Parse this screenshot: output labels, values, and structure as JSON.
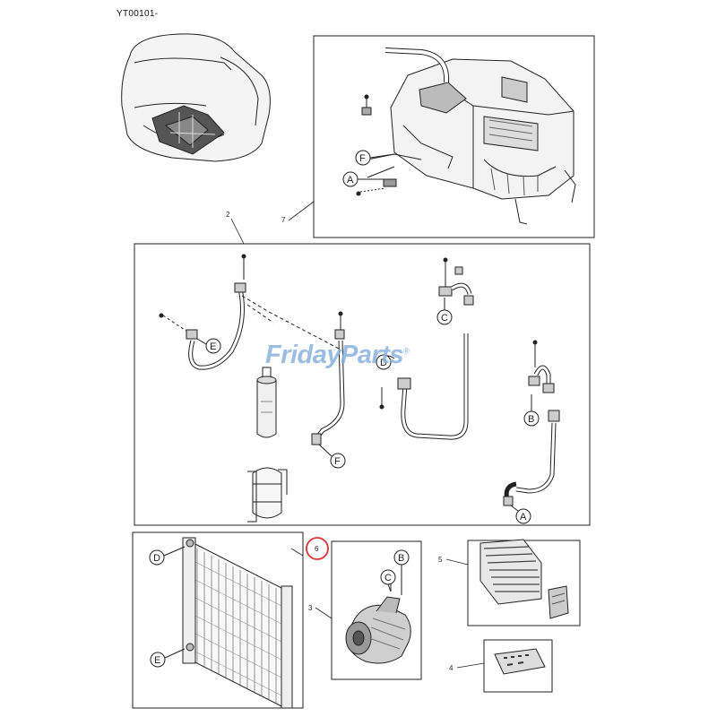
{
  "diagram_code": "YT00101-",
  "watermark": {
    "brand": "Friday",
    "brand2": "Parts",
    "mark": "®"
  },
  "part_numbers": {
    "p2": "2",
    "p3": "3",
    "p4": "4",
    "p5": "5",
    "p6": "6",
    "p7": "7"
  },
  "callouts": {
    "a": "A",
    "b": "B",
    "c": "C",
    "d": "D",
    "e": "E",
    "f": "F"
  },
  "colors": {
    "line": "#222222",
    "highlight": "#e03030",
    "watermark": "#8ab2df"
  }
}
